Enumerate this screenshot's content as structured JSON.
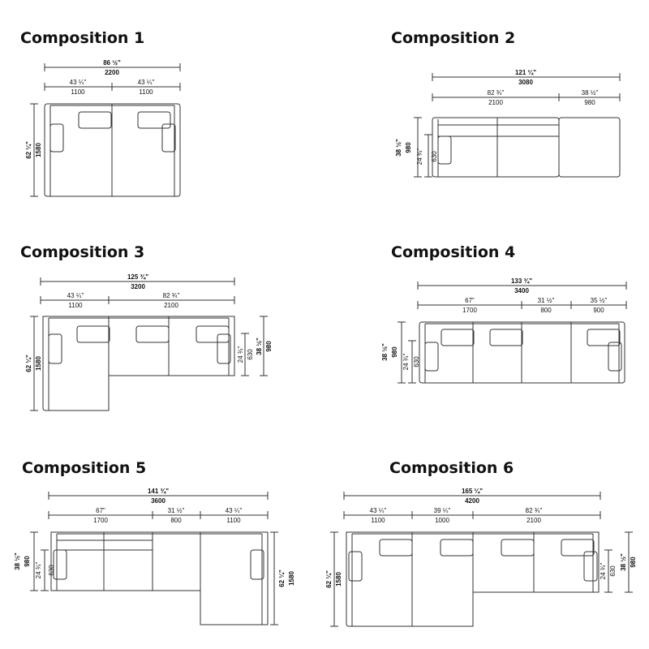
{
  "compositions": [
    {
      "title": "Composition 1",
      "widths": {
        "total": {
          "imperial": "86 ½\"",
          "metric": "2200"
        },
        "segments": [
          {
            "imperial": "43 ¼\"",
            "metric": "1100"
          },
          {
            "imperial": "43 ¼\"",
            "metric": "1100"
          }
        ]
      },
      "left_heights": [
        {
          "imperial": "62 ¼\"",
          "metric": "1580"
        }
      ],
      "right_heights": []
    },
    {
      "title": "Composition 2",
      "widths": {
        "total": {
          "imperial": "121 ¼\"",
          "metric": "3080"
        },
        "segments": [
          {
            "imperial": "82 ¾\"",
            "metric": "2100"
          },
          {
            "imperial": "38 ½\"",
            "metric": "980"
          }
        ]
      },
      "left_heights": [
        {
          "imperial": "38 ½\"",
          "metric": "980"
        },
        {
          "imperial": "24 ¾\"",
          "metric": "630"
        }
      ],
      "right_heights": []
    },
    {
      "title": "Composition 3",
      "widths": {
        "total": {
          "imperial": "125 ¾\"",
          "metric": "3200"
        },
        "segments": [
          {
            "imperial": "43 ¼\"",
            "metric": "1100"
          },
          {
            "imperial": "82 ¾\"",
            "metric": "2100"
          }
        ]
      },
      "left_heights": [
        {
          "imperial": "62 ¼\"",
          "metric": "1580"
        }
      ],
      "right_heights": [
        {
          "imperial": "24 ¾\"",
          "metric": "630"
        },
        {
          "imperial": "38 ½\"",
          "metric": "980"
        }
      ]
    },
    {
      "title": "Composition 4",
      "widths": {
        "total": {
          "imperial": "133 ¾\"",
          "metric": "3400"
        },
        "segments": [
          {
            "imperial": "67\"",
            "metric": "1700"
          },
          {
            "imperial": "31 ½\"",
            "metric": "800"
          },
          {
            "imperial": "35 ½\"",
            "metric": "900"
          }
        ]
      },
      "left_heights": [
        {
          "imperial": "38 ½\"",
          "metric": "980"
        },
        {
          "imperial": "24 ¾\"",
          "metric": "630"
        }
      ],
      "right_heights": []
    },
    {
      "title": "Composition 5",
      "widths": {
        "total": {
          "imperial": "141 ¾\"",
          "metric": "3600"
        },
        "segments": [
          {
            "imperial": "67\"",
            "metric": "1700"
          },
          {
            "imperial": "31 ½\"",
            "metric": "800"
          },
          {
            "imperial": "43 ¼\"",
            "metric": "1100"
          }
        ]
      },
      "left_heights": [
        {
          "imperial": "38 ½\"",
          "metric": "980"
        },
        {
          "imperial": "24 ¾\"",
          "metric": "630"
        }
      ],
      "right_heights": [
        {
          "imperial": "62 ¼\"",
          "metric": "1580"
        }
      ]
    },
    {
      "title": "Composition 6",
      "widths": {
        "total": {
          "imperial": "165 ¼\"",
          "metric": "4200"
        },
        "segments": [
          {
            "imperial": "43 ¼\"",
            "metric": "1100"
          },
          {
            "imperial": "39 ¼\"",
            "metric": "1000"
          },
          {
            "imperial": "82 ¾\"",
            "metric": "2100"
          }
        ]
      },
      "left_heights": [
        {
          "imperial": "62 ¼\"",
          "metric": "1580"
        }
      ],
      "right_heights": [
        {
          "imperial": "24 ¾\"",
          "metric": "630"
        },
        {
          "imperial": "38 ½\"",
          "metric": "980"
        }
      ]
    }
  ]
}
